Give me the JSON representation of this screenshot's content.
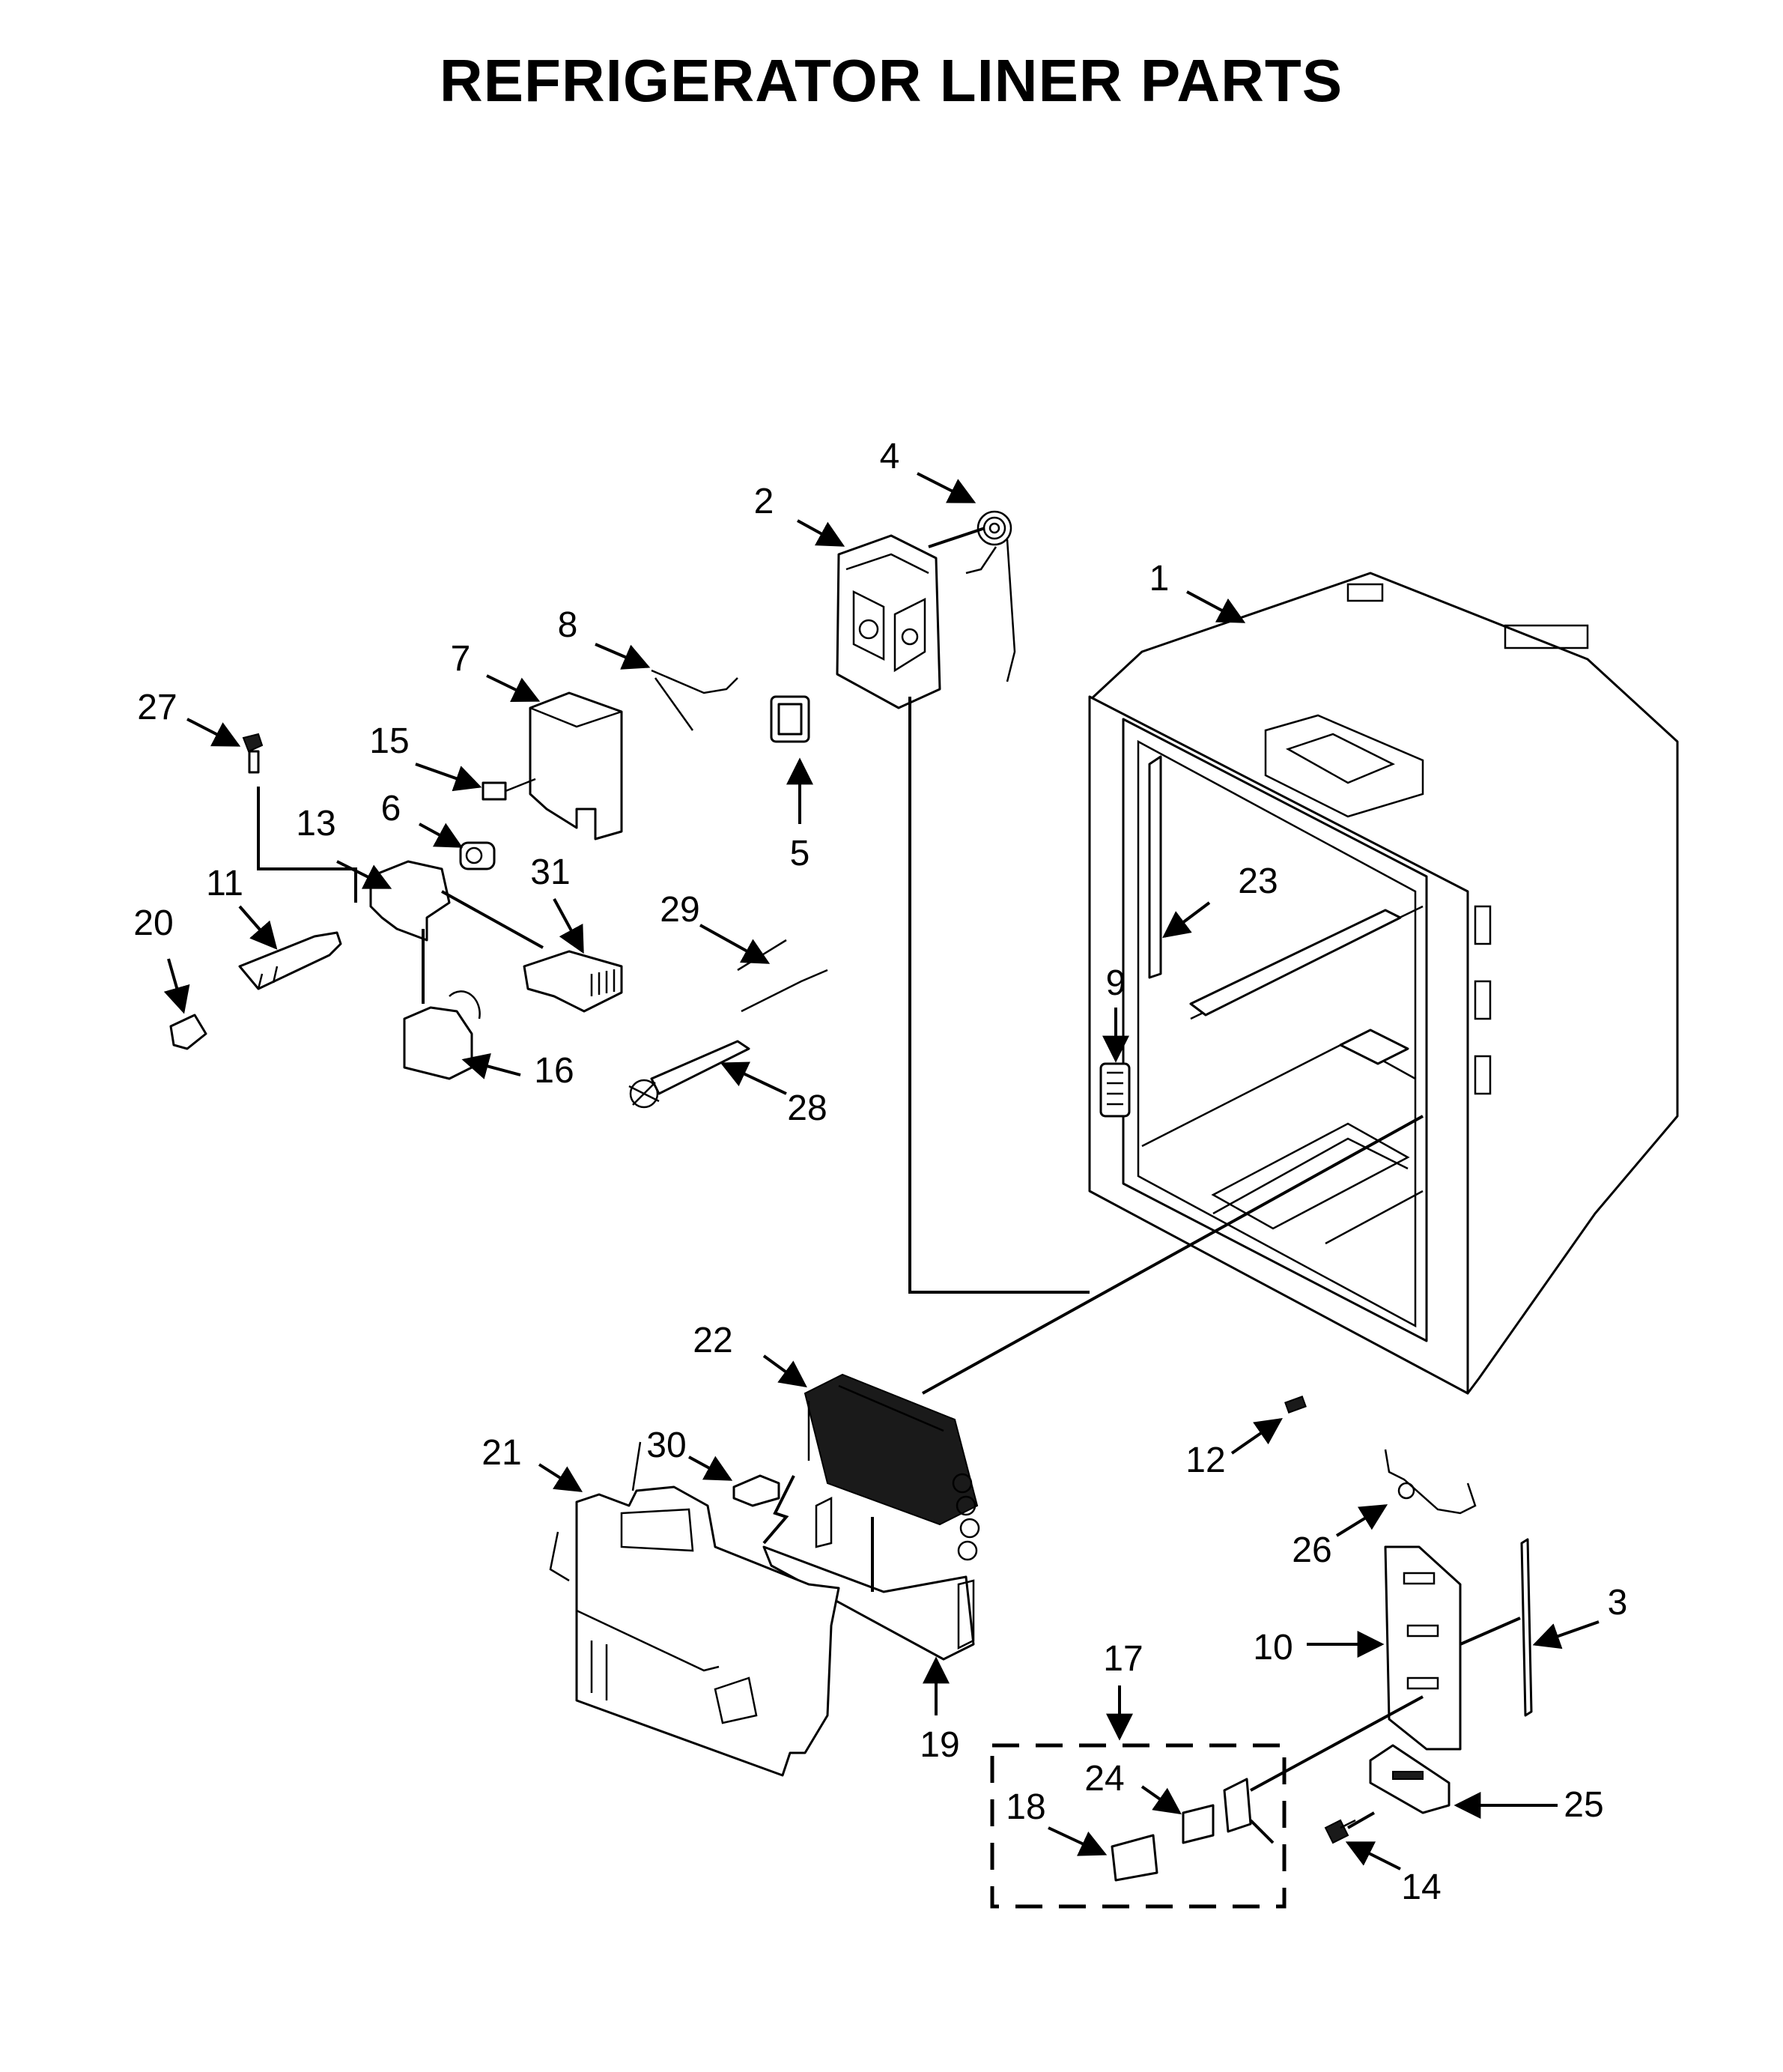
{
  "title": "REFRIGERATOR LINER PARTS",
  "callouts": {
    "c1": "1",
    "c2": "2",
    "c3": "3",
    "c4": "4",
    "c5": "5",
    "c6": "6",
    "c7": "7",
    "c8": "8",
    "c9": "9",
    "c10": "10",
    "c11": "11",
    "c12": "12",
    "c13": "13",
    "c14": "14",
    "c15": "15",
    "c16": "16",
    "c17": "17",
    "c18": "18",
    "c19": "19",
    "c20": "20",
    "c21": "21",
    "c22": "22",
    "c23": "23",
    "c24": "24",
    "c25": "25",
    "c26": "26",
    "c27": "27",
    "c28": "28",
    "c29": "29",
    "c30": "30",
    "c31": "31"
  }
}
